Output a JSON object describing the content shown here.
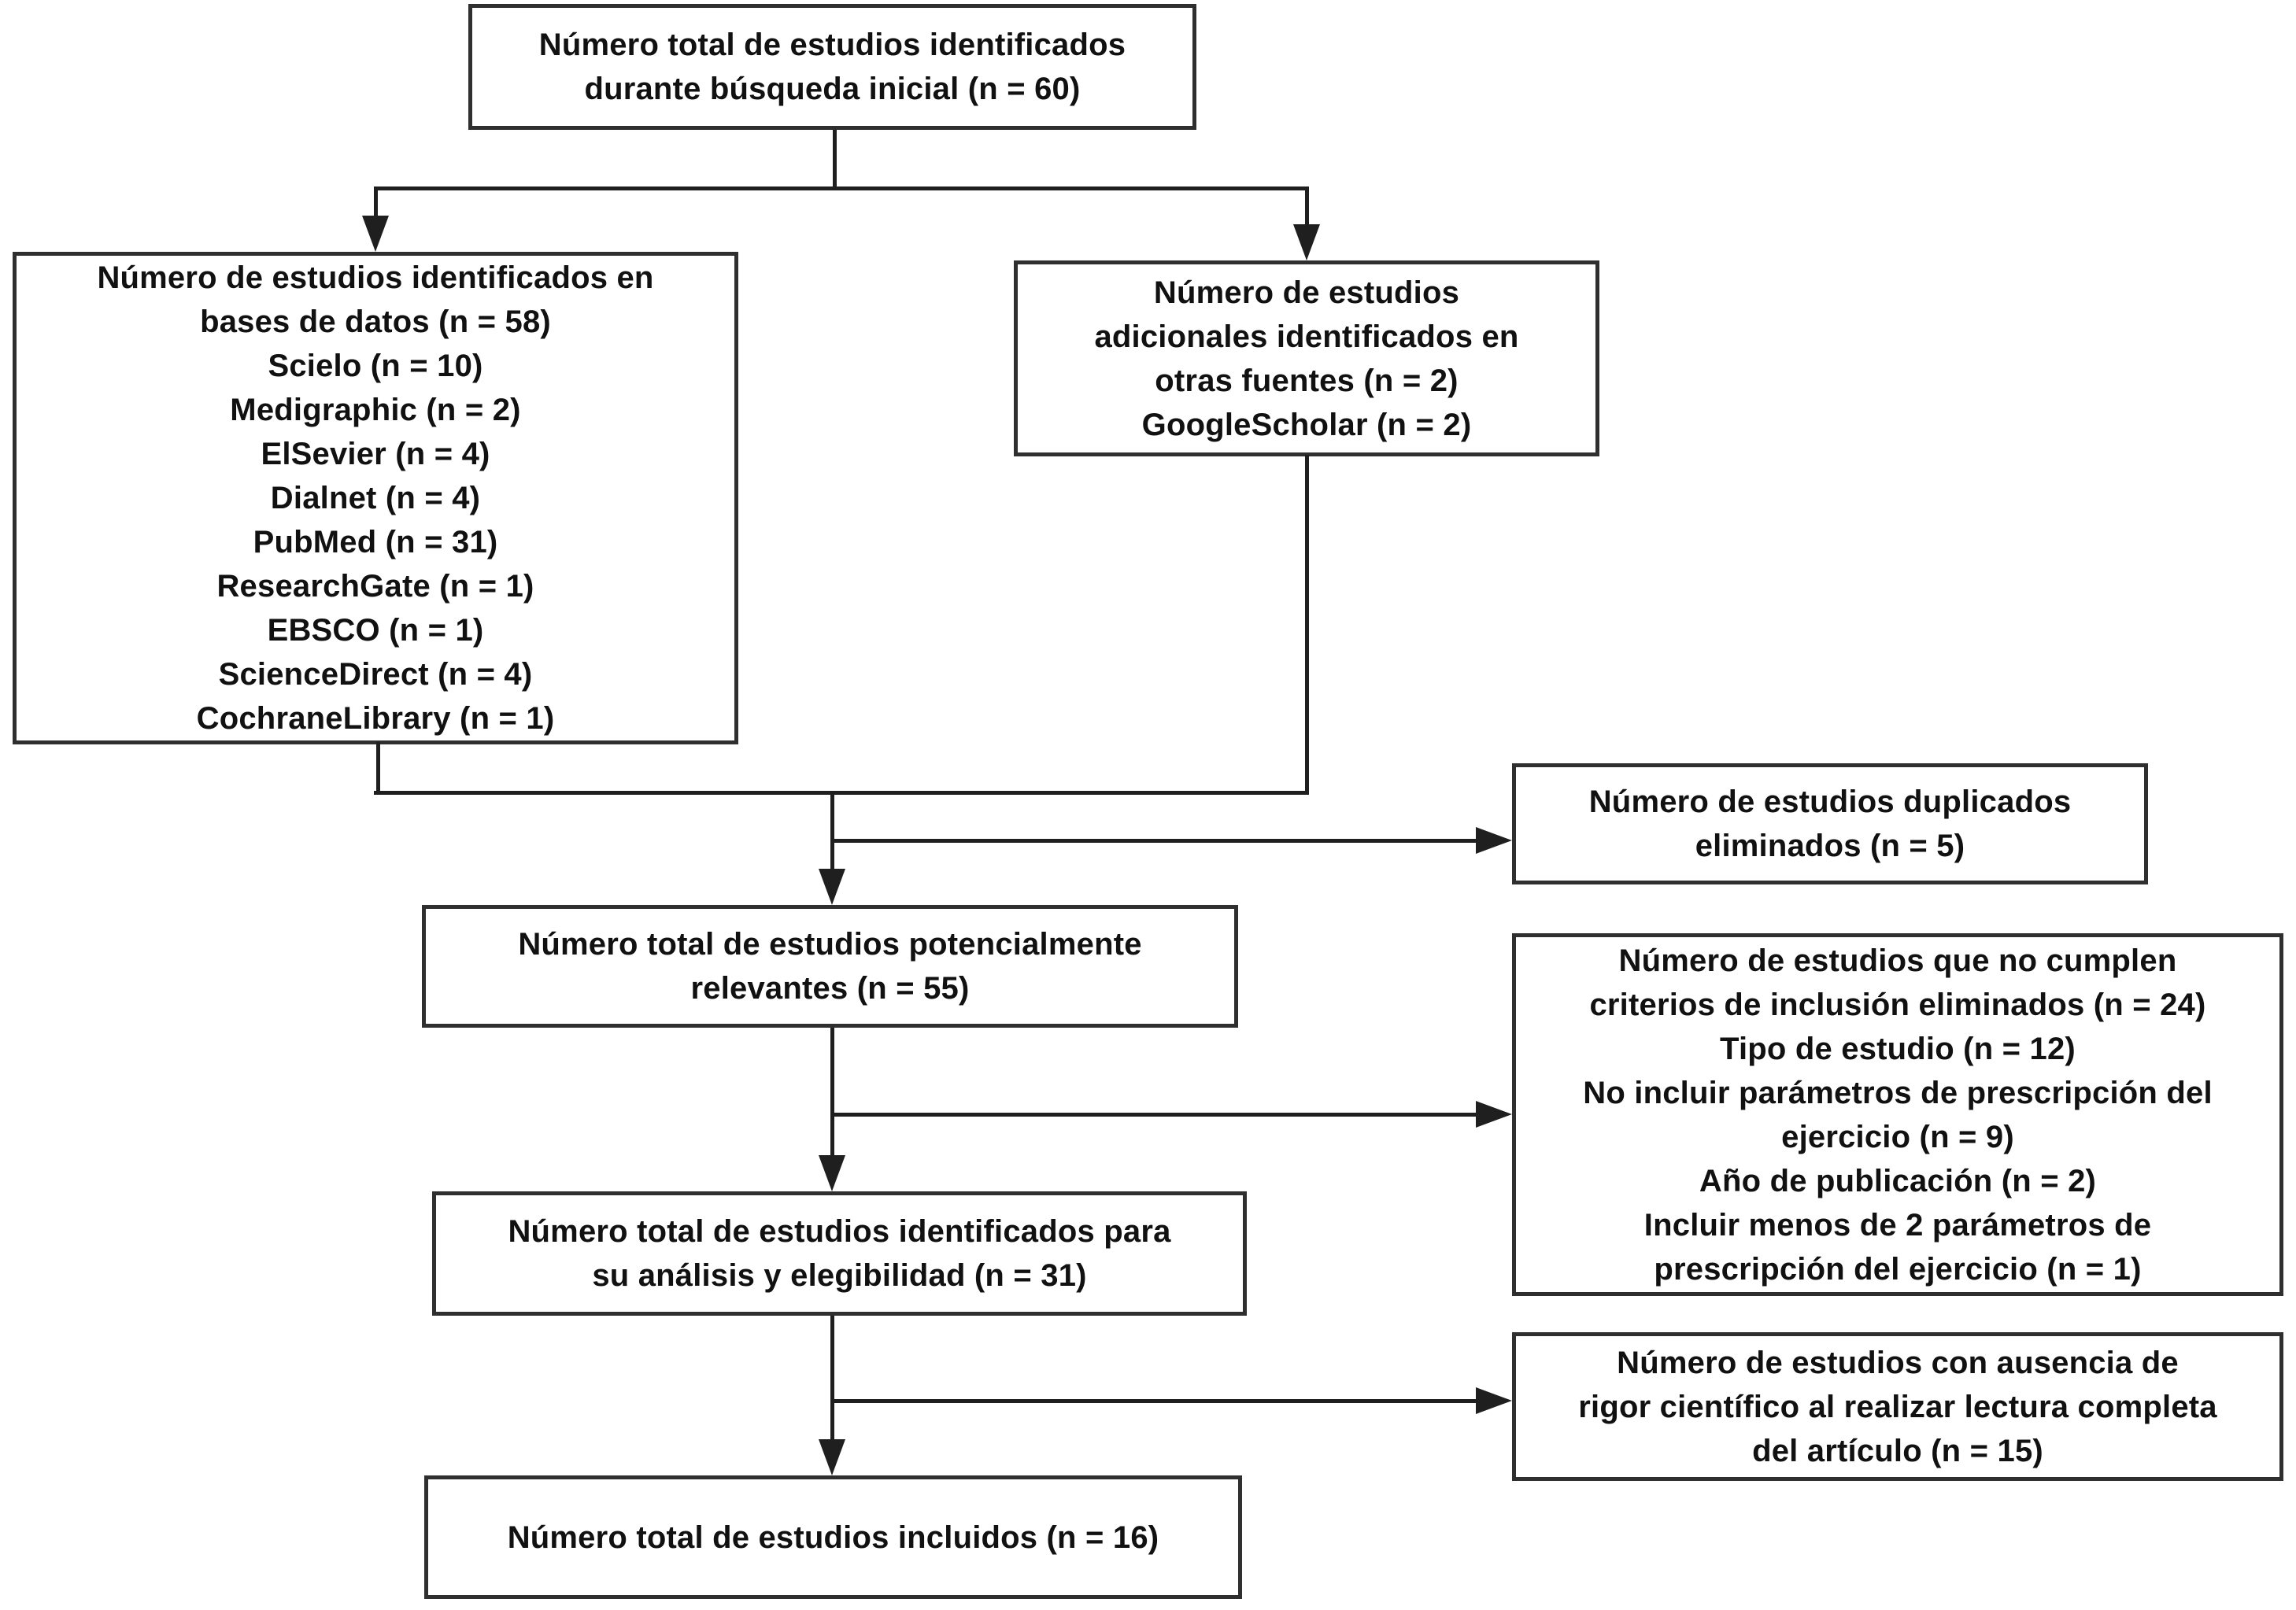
{
  "diagram": {
    "type": "prisma-flow",
    "language": "es",
    "boxes": {
      "total_initial": {
        "lines": [
          "Número total de estudios identificados",
          "durante búsqueda inicial (n = 60)"
        ]
      },
      "databases": {
        "heading_lines": [
          "Número de estudios identificados en",
          "bases de datos (n = 58)"
        ],
        "sources": [
          "Scielo (n = 10)",
          "Medigraphic (n = 2)",
          "ElSevier (n = 4)",
          "Dialnet (n = 4)",
          "PubMed (n = 31)",
          "ResearchGate (n = 1)",
          "EBSCO (n = 1)",
          "ScienceDirect (n = 4)",
          "CochraneLibrary (n = 1)"
        ]
      },
      "other_sources": {
        "lines": [
          "Número de estudios",
          "adicionales identificados en",
          "otras fuentes (n = 2)",
          "GoogleScholar (n = 2)"
        ]
      },
      "duplicates_removed": {
        "lines": [
          "Número de estudios duplicados",
          "eliminados (n = 5)"
        ]
      },
      "potentially_relevant": {
        "lines": [
          "Número total de estudios potencialmente",
          "relevantes (n = 55)"
        ]
      },
      "exclusion_criteria": {
        "lines": [
          "Número de estudios que no cumplen",
          "criterios de inclusión eliminados (n = 24)",
          "Tipo de estudio (n = 12)",
          "No incluir parámetros de prescripción del",
          "ejercicio (n = 9)",
          "Año de publicación (n = 2)",
          "Incluir menos de 2 parámetros de",
          "prescripción del ejercicio (n = 1)"
        ]
      },
      "eligibility": {
        "lines": [
          "Número total de estudios identificados para",
          "su análisis y elegibilidad (n = 31)"
        ]
      },
      "no_rigor": {
        "lines": [
          "Número de estudios con ausencia de",
          "rigor científico al realizar lectura completa",
          "del artículo (n = 15)"
        ]
      },
      "included": {
        "lines": [
          "Número total de estudios incluidos (n = 16)"
        ]
      }
    },
    "counts": {
      "initial_search": 60,
      "from_databases": 58,
      "from_other_sources": 2,
      "duplicates_removed": 5,
      "potentially_relevant": 55,
      "excluded_inclusion_criteria": 24,
      "excluded_study_type": 12,
      "excluded_no_prescription_parameters": 9,
      "excluded_publication_year": 2,
      "excluded_fewer_than_2_parameters": 1,
      "analysis_eligibility": 31,
      "excluded_no_scientific_rigor": 15,
      "included": 16
    }
  },
  "colors": {
    "background": "#ffffff",
    "box_border": "#2f2f2f",
    "line": "#1f1f1f",
    "text": "#111111"
  }
}
